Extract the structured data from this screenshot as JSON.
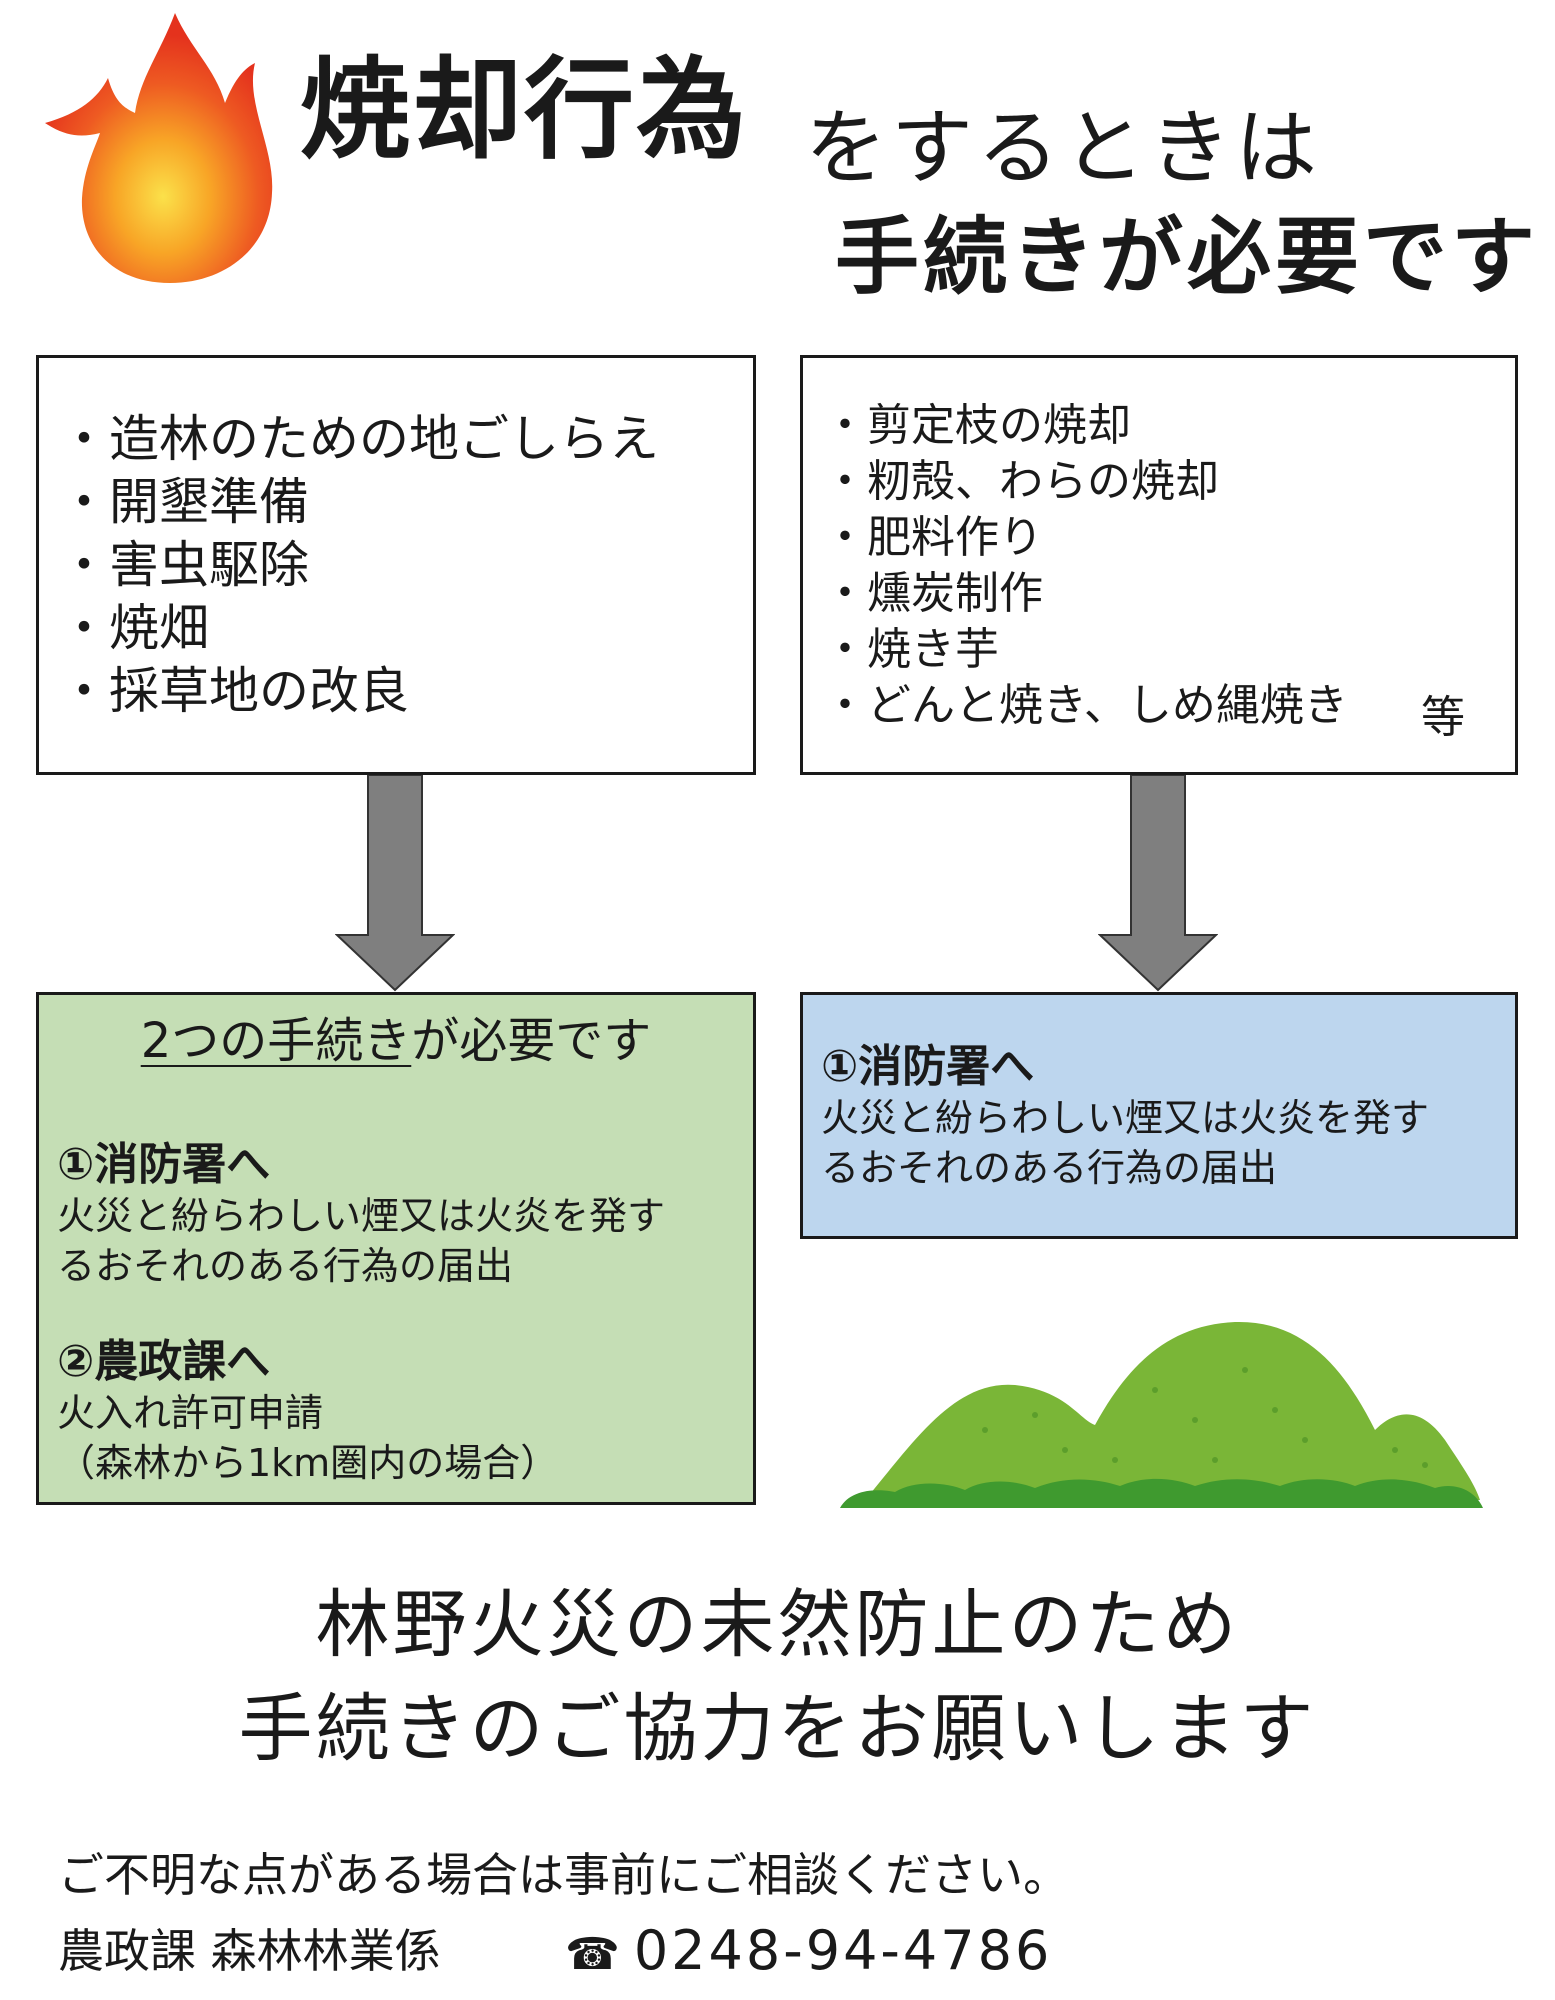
{
  "header": {
    "title_main": "焼却行為",
    "title_rest": "をするときは",
    "title_line2": "手続きが必要です"
  },
  "left_top": {
    "items": [
      "・造林のための地ごしらえ",
      "・開墾準備",
      "・害虫駆除",
      "・焼畑",
      "・採草地の改良"
    ]
  },
  "right_top": {
    "items": [
      "・剪定枝の焼却",
      "・籾殻、わらの焼却",
      "・肥料作り",
      "・燻炭制作",
      "・焼き芋",
      "・どんと焼き、しめ縄焼き"
    ],
    "etc": "等"
  },
  "left_bottom": {
    "heading_underlined": "2つの手続き",
    "heading_rest": "が必要です",
    "step1_title": "①消防署へ",
    "step1_text_1": "火災と紛らわしい煙又は火炎を発す",
    "step1_text_2": "るおそれのある行為の届出",
    "step2_title": "②農政課へ",
    "step2_text_1": "火入れ許可申請",
    "step2_text_2": "（森林から1km圏内の場合）"
  },
  "right_bottom": {
    "step1_title": "①消防署へ",
    "step1_text_1": "火災と紛らわしい煙又は火炎を発す",
    "step1_text_2": "るおそれのある行為の届出"
  },
  "footer": {
    "closing_1": "林野火災の未然防止のため",
    "closing_2": "手続きのご協力をお願いします",
    "contact_note": "ご不明な点がある場合は事前にご相談ください。",
    "department": "農政課 森林林業係",
    "phone_icon": "☎",
    "phone": "0248-94-4786"
  },
  "colors": {
    "green_box": "#c5deb5",
    "blue_box": "#bdd6ee",
    "arrow": "#7f7f7f",
    "flame_outer": "#e8391e",
    "flame_inner": "#f7c22e",
    "mountain": "#7ab637"
  },
  "icons": [
    "flame-icon",
    "mountains-illustration",
    "phone-icon"
  ]
}
